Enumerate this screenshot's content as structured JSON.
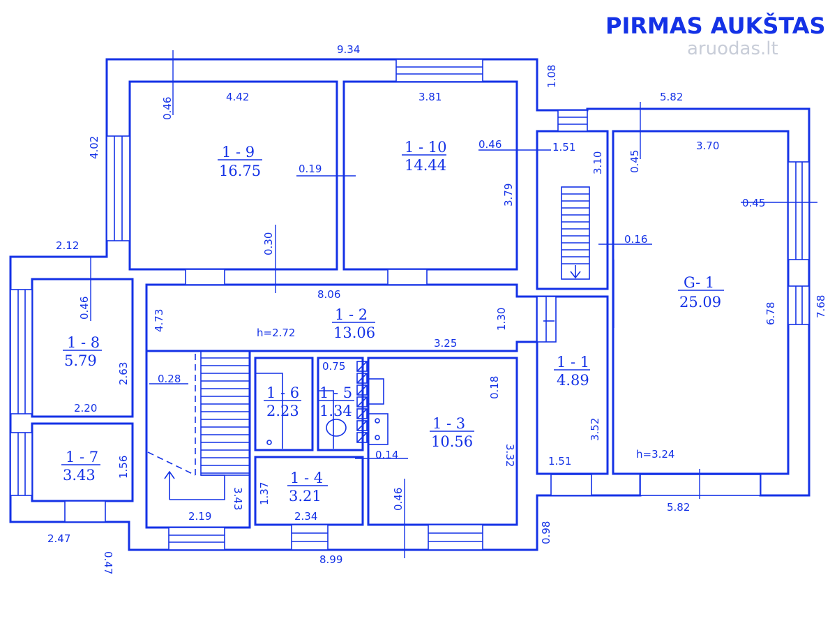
{
  "title": "PIRMAS AUKŠTAS",
  "watermark": "aruodas.lt",
  "rooms": [
    {
      "id": "1 - 9",
      "area": "16.75"
    },
    {
      "id": "1 - 10",
      "area": "14.44"
    },
    {
      "id": "G- 1",
      "area": "25.09"
    },
    {
      "id": "1 - 8",
      "area": "5.79"
    },
    {
      "id": "1 - 2",
      "area": "13.06"
    },
    {
      "id": "1 - 7",
      "area": "3.43"
    },
    {
      "id": "1 - 6",
      "area": "2.23"
    },
    {
      "id": "1 - 5",
      "area": "1.34"
    },
    {
      "id": "1 - 3",
      "area": "10.56"
    },
    {
      "id": "1 - 1",
      "area": "4.89"
    },
    {
      "id": "1 - 4",
      "area": "3.21"
    }
  ],
  "heights": {
    "hall": "h=2.72",
    "garage": "h=3.24"
  },
  "dimensions": {
    "top_total": "9.34",
    "d_1_08": "1.08",
    "right_top": "5.82",
    "left_4_02": "4.02",
    "r19_046": "0.46",
    "r19_width": "4.42",
    "r110_width": "3.81",
    "wall_019": "0.19",
    "r110_046": "0.46",
    "stair_151": "1.51",
    "stair_310": "3.10",
    "g_045": "0.45",
    "g_width": "3.70",
    "g_win_045": "0.45",
    "r110_379": "3.79",
    "wall_030": "0.30",
    "wall_016": "0.16",
    "left_212": "2.12",
    "r18_046": "0.46",
    "hall_806": "8.06",
    "r18_473": "4.73",
    "hall_130": "1.30",
    "g_678": "6.78",
    "right_768": "7.68",
    "r13_325": "3.25",
    "r15_075": "0.75",
    "r18_263": "2.63",
    "stair_028": "0.28",
    "r13_018": "0.18",
    "r17_220": "2.20",
    "r11_352": "3.52",
    "r17_156": "1.56",
    "r13_332": "3.32",
    "r15_014": "0.14",
    "r11_151": "1.51",
    "r14_137": "1.37",
    "stair_343": "3.43",
    "r13_046": "0.46",
    "bot_582": "5.82",
    "stair_219": "2.19",
    "r14_234": "2.34",
    "bot_098": "0.98",
    "bot_247": "2.47",
    "bot_899": "8.99",
    "bot_047": "0.47"
  }
}
